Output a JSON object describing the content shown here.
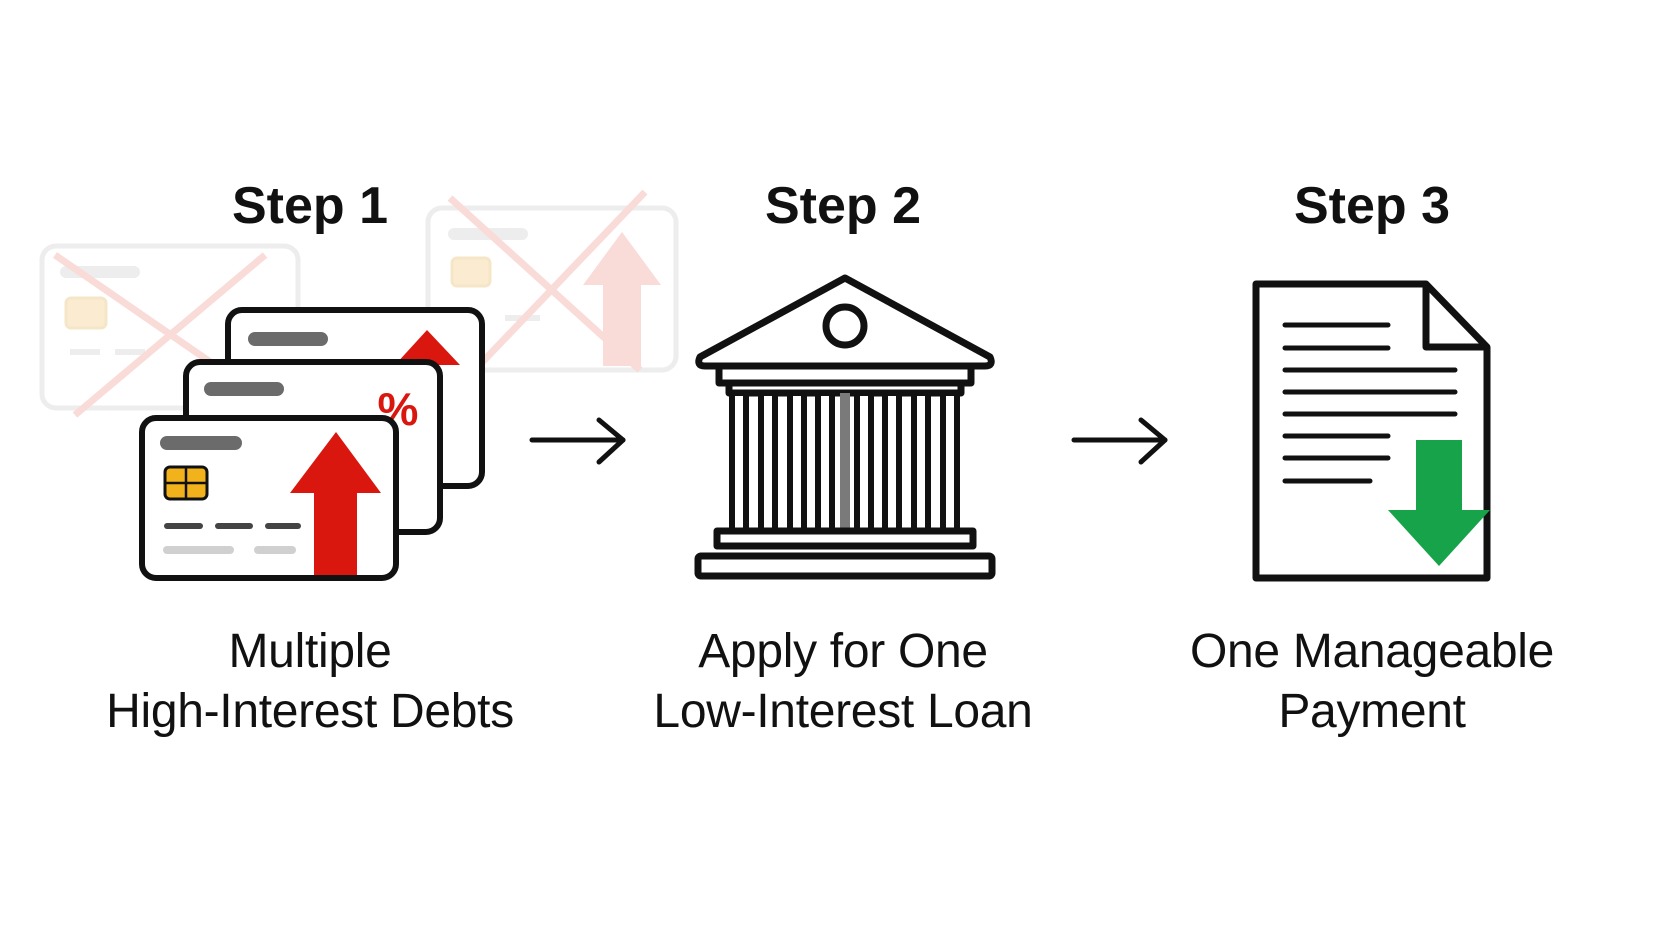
{
  "steps": [
    {
      "title": "Step 1",
      "caption_line1": "Multiple",
      "caption_line2": "High-Interest Debts",
      "icon": "credit-cards-icon",
      "card_badge": "%"
    },
    {
      "title": "Step 2",
      "caption_line1": "Apply for One",
      "caption_line2": "Low-Interest Loan",
      "icon": "bank-building-icon"
    },
    {
      "title": "Step 3",
      "caption_line1": "One Manageable",
      "caption_line2": "Payment",
      "icon": "document-download-icon"
    }
  ],
  "connectors": [
    "arrow-right-icon",
    "arrow-right-icon"
  ],
  "colors": {
    "text": "#111111",
    "outline": "#111111",
    "debt_red": "#d9170f",
    "chip_gold": "#f2b21c",
    "payment_green": "#16a34a",
    "bar_gray": "#6b6b6b",
    "faded": "#e3e3e3"
  }
}
